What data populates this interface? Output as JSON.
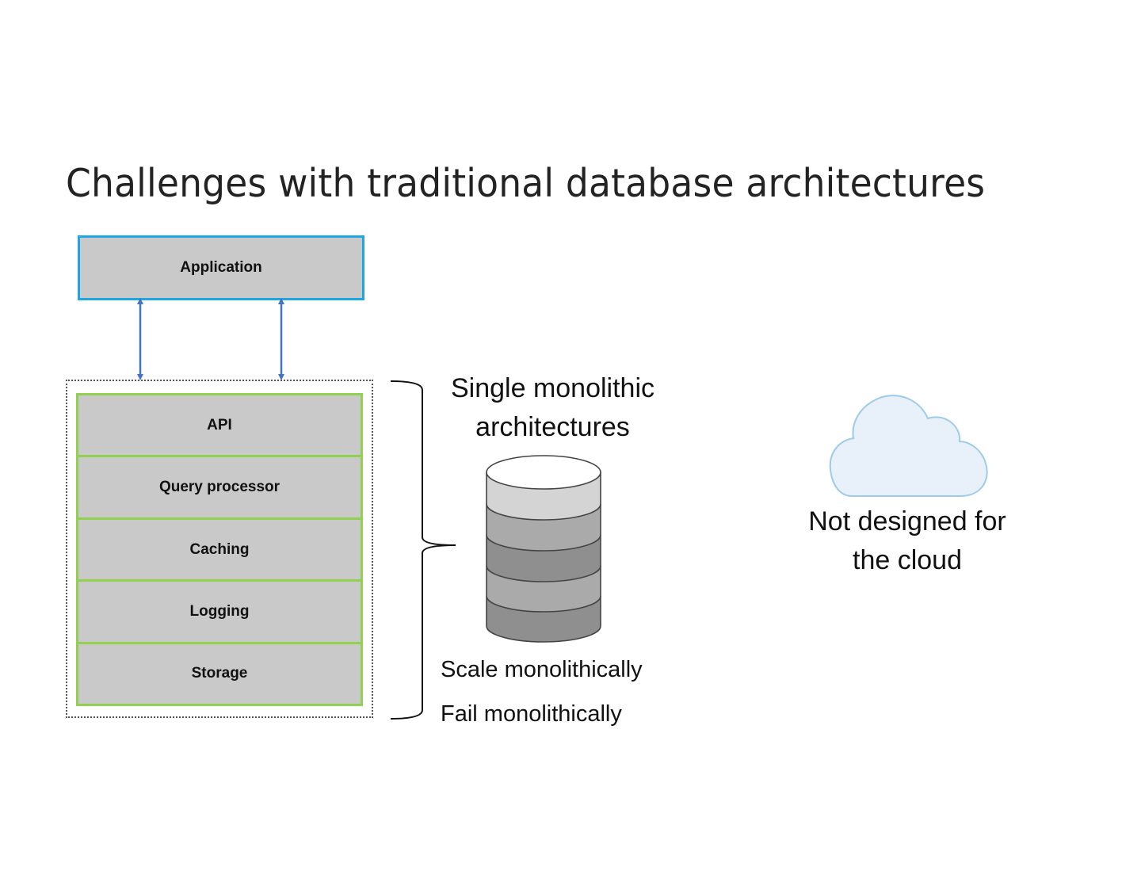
{
  "slide": {
    "title": "Challenges with traditional database architectures"
  },
  "diagram": {
    "application_label": "Application",
    "layers": [
      "API",
      "Query processor",
      "Caching",
      "Logging",
      "Storage"
    ],
    "connectors": {
      "type": "bidirectional-arrow",
      "count": 2,
      "color": "#4472c4"
    },
    "colors": {
      "application_border": "#1ea7e1",
      "layer_border": "#92d050",
      "box_fill": "#c9c9c9"
    }
  },
  "monolith": {
    "heading": "Single monolithic architectures",
    "icon": "database-cylinder-icon",
    "points": [
      "Scale monolithically",
      "Fail monolithically"
    ]
  },
  "cloud": {
    "icon": "cloud-icon",
    "label": "Not designed for the cloud",
    "fill": "#e8f1f9",
    "stroke": "#9dcbea"
  }
}
